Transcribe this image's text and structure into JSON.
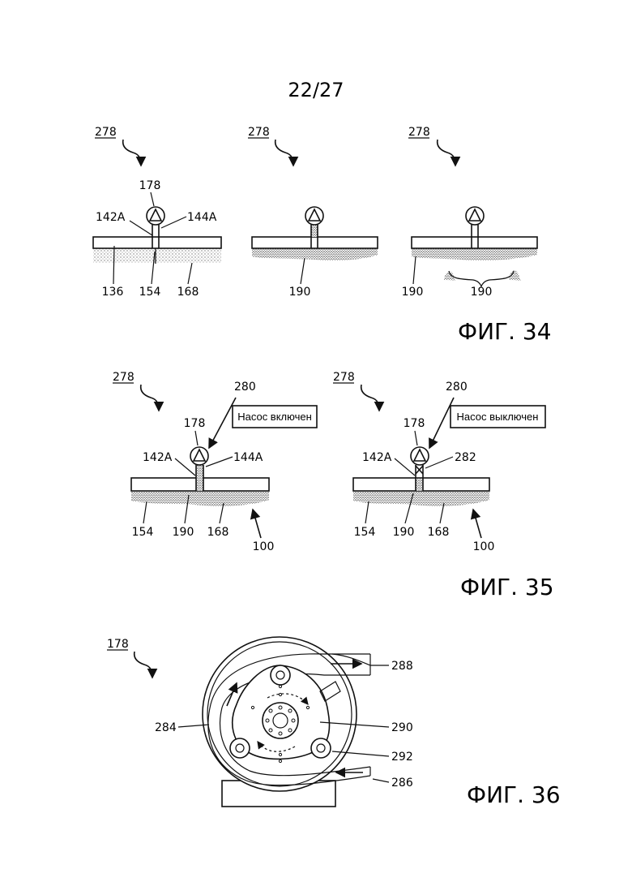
{
  "page_number": "22/27",
  "fig34": {
    "title": "ФИГ. 34",
    "a": {
      "ref": "278",
      "pump": "178",
      "left_line": "142A",
      "right_line": "144A",
      "bottom1": "136",
      "bottom2": "154",
      "bottom3": "168"
    },
    "b": {
      "ref": "278",
      "bottom": "190"
    },
    "c": {
      "ref": "278",
      "bottom1": "190",
      "bottom2": "190"
    }
  },
  "fig35": {
    "title": "ФИГ. 35",
    "a": {
      "ref": "278",
      "arrow_ref": "280",
      "pump": "178",
      "box": "Насос включен",
      "left_line": "142A",
      "right_line": "144A",
      "bottom1": "154",
      "bottom2": "190",
      "bottom3": "168",
      "ground": "100"
    },
    "b": {
      "ref": "278",
      "arrow_ref": "280",
      "pump": "178",
      "box": "Насос выключен",
      "left_line": "142A",
      "right_line": "282",
      "bottom1": "154",
      "bottom2": "190",
      "bottom3": "168",
      "ground": "100"
    }
  },
  "fig36": {
    "title": "ФИГ. 36",
    "ref": "178",
    "outlet": "288",
    "tube": "284",
    "rotor": "290",
    "roller": "292",
    "inlet": "286"
  }
}
